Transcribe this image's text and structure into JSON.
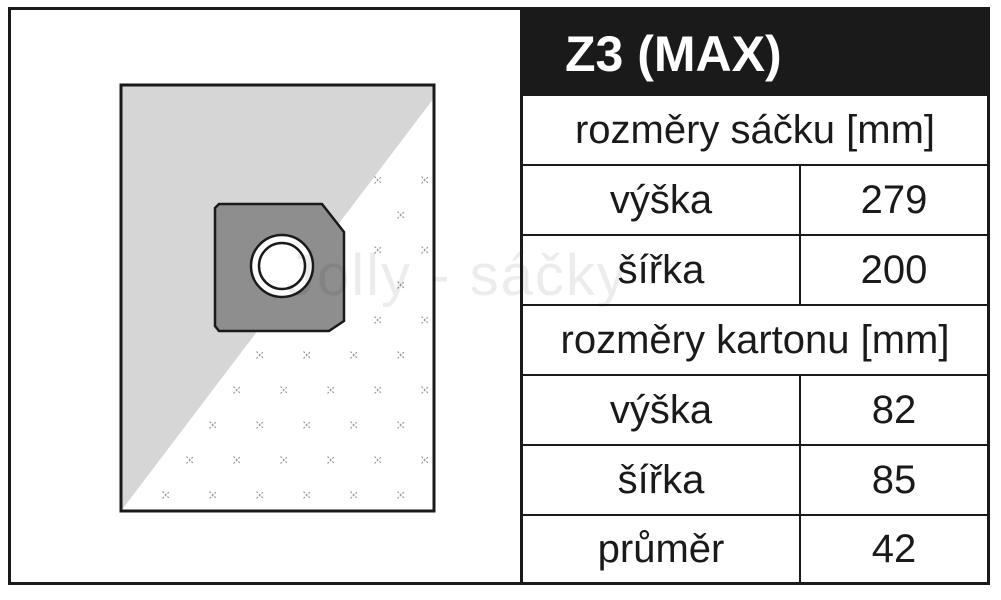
{
  "product": {
    "title": "Z3 (MAX)",
    "watermark": "Jolly - sáčky"
  },
  "bag_section": {
    "header": "rozměry sáčku [mm]",
    "rows": [
      {
        "label": "výška",
        "value": "279"
      },
      {
        "label": "šířka",
        "value": "200"
      }
    ]
  },
  "carton_section": {
    "header": "rozměry kartonu [mm]",
    "rows": [
      {
        "label": "výška",
        "value": "82"
      },
      {
        "label": "šířka",
        "value": "85"
      },
      {
        "label": "průměr",
        "value": "42"
      }
    ]
  },
  "colors": {
    "border": "#1a1a1a",
    "bag_shade": "#d6d6d6",
    "cardboard": "#8e8e8e",
    "title_bar": "#1a1a1a"
  },
  "icons": {
    "bag": "dust-bag-illustration",
    "pattern": "cross-stitch-pattern"
  }
}
